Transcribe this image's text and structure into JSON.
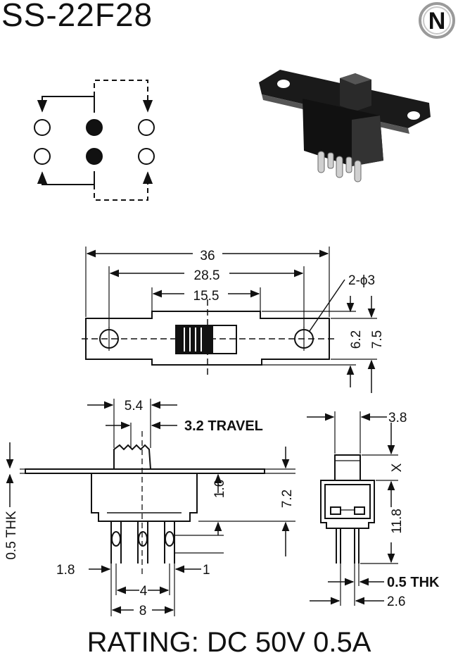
{
  "title": "SS-22F28",
  "logo_letter": "N",
  "rating": "RATING: DC 50V 0.5A",
  "top_view": {
    "length": "36",
    "hole_spacing": "28.5",
    "actuator_window": "15.5",
    "holes": "2-ϕ3",
    "height_inner": "6.2",
    "height_outer": "7.5"
  },
  "front_view": {
    "actuator_width": "5.4",
    "travel": "3.2 TRAVEL",
    "flange_thickness": "0.5 THK",
    "body_depth": "1.6",
    "overall_height": "7.2",
    "pin_width": "1.8",
    "pin_thickness": "1",
    "pin_pitch": "4",
    "pin_span": "8"
  },
  "side_view": {
    "actuator_width": "3.8",
    "actuator_height": "X",
    "body_height": "11.8",
    "pin_thickness": "0.5 THK",
    "pin_spacing": "2.6"
  },
  "colors": {
    "ink": "#111111",
    "background": "#ffffff"
  }
}
